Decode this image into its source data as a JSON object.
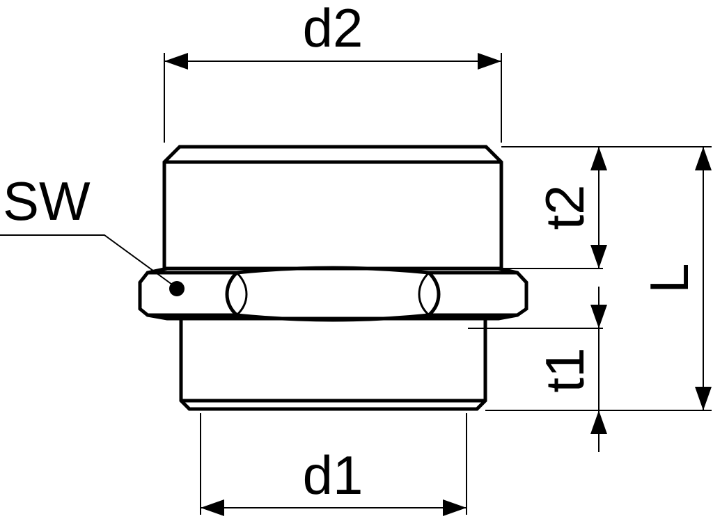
{
  "drawing": {
    "part": "hex reducing nipple",
    "labels": {
      "d2": "d2",
      "d1": "d1",
      "t2": "t2",
      "t1": "t1",
      "L": "L",
      "SW": "SW"
    }
  }
}
